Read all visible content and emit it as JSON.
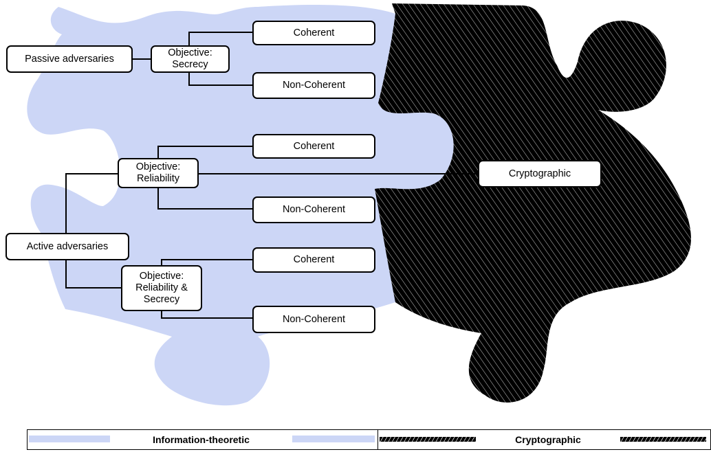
{
  "colors": {
    "info_theoretic": "#ccd6f6",
    "cryptographic": "#000000",
    "hatch": "#cccccc",
    "line": "#000000"
  },
  "nodes": {
    "passive": "Passive adversaries",
    "active": "Active adversaries",
    "obj_secrecy": "Objective:\nSecrecy",
    "obj_reliability": "Objective:\nReliability",
    "obj_rel_sec": "Objective:\nReliability &\nSecrecy",
    "coh1": "Coherent",
    "noncoh1": "Non-Coherent",
    "coh2": "Coherent",
    "noncoh2": "Non-Coherent",
    "coh3": "Coherent",
    "noncoh3": "Non-Coherent",
    "crypto": "Cryptographic"
  },
  "legend": {
    "info_theoretic": "Information-theoretic",
    "cryptographic": "Cryptographic"
  }
}
